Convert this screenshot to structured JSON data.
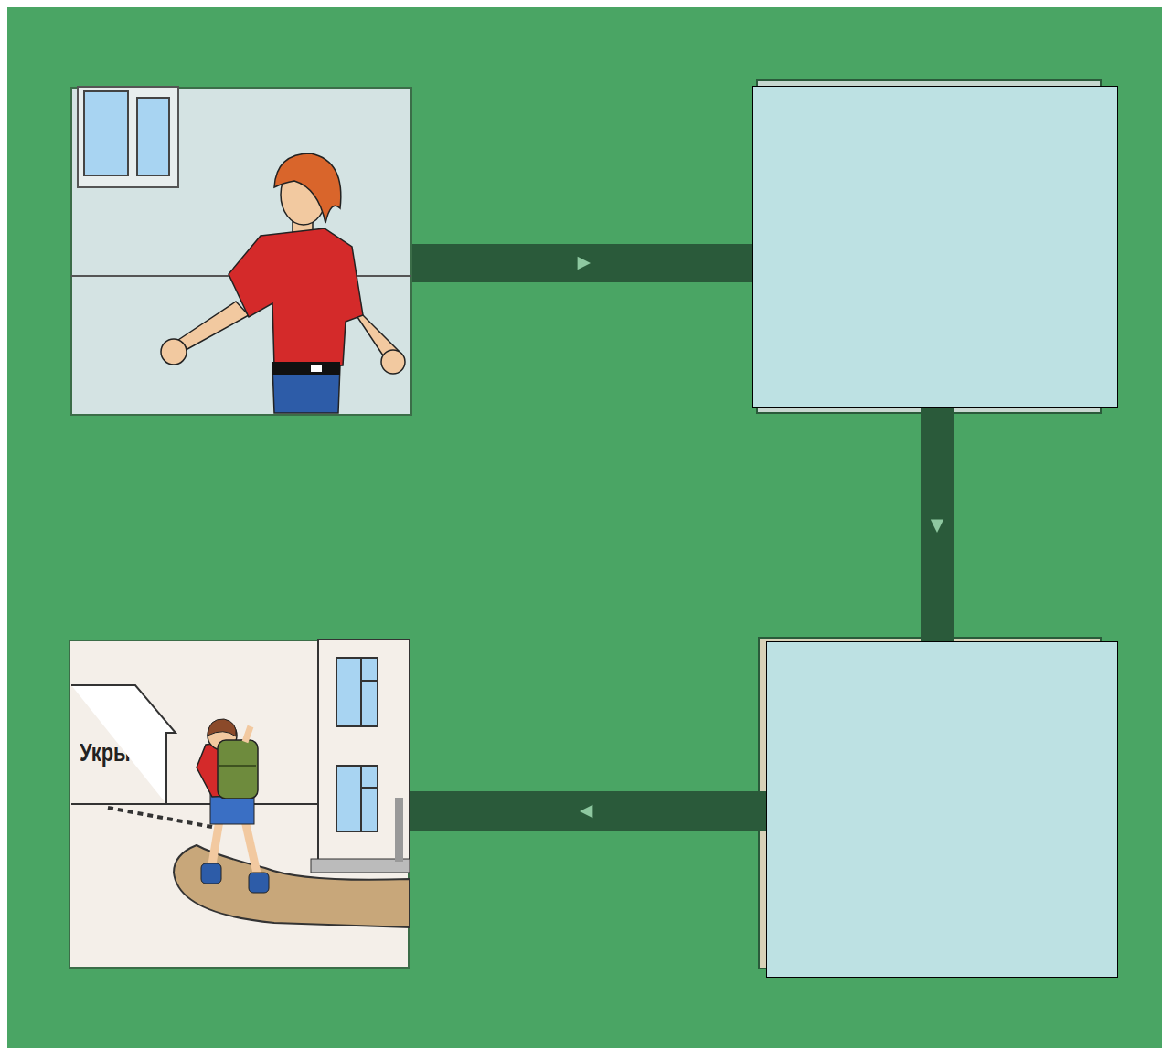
{
  "diagram": {
    "nodes": [
      {
        "text": []
      },
      {
        "text": []
      },
      {
        "text": []
      },
      {
        "text": [
          "Укрытие"
        ]
      }
    ],
    "edges": [
      {
        "from": 0,
        "to": 1,
        "arrow": "to"
      },
      {
        "from": 1,
        "to": 2,
        "arrow": "to"
      },
      {
        "from": 2,
        "to": 3,
        "arrow": "to"
      }
    ]
  }
}
